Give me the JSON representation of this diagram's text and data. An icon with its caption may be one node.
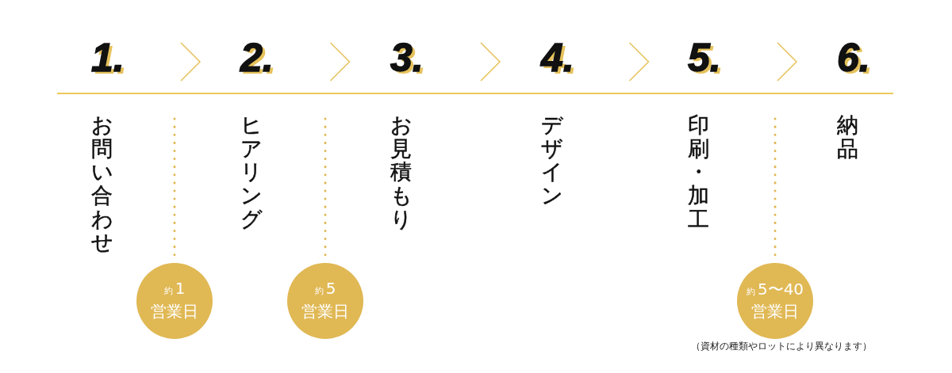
{
  "diagram": {
    "nodes": [
      {
        "text": [
          "1.",
          "お問い合わせ"
        ]
      },
      {
        "text": [
          "2.",
          "ヒアリング"
        ]
      },
      {
        "text": [
          "3.",
          "お見積もり"
        ]
      },
      {
        "text": [
          "4.",
          "デザイン"
        ]
      },
      {
        "text": [
          "5.",
          "印刷・加工"
        ]
      },
      {
        "text": [
          "6.",
          "納品"
        ]
      },
      {
        "text": [
          "約",
          "1",
          "営業日"
        ]
      },
      {
        "text": [
          "約",
          "5",
          "営業日"
        ]
      },
      {
        "text": [
          "約",
          "5〜40",
          "営業日"
        ],
        "beside": [
          "（資材の種類やロットにより異なります）"
        ]
      }
    ],
    "edges": [
      {
        "from": 0,
        "to": 1,
        "arrow": "to"
      },
      {
        "from": 1,
        "to": 2,
        "arrow": "to"
      },
      {
        "from": 2,
        "to": 3,
        "arrow": "to"
      },
      {
        "from": 3,
        "to": 4,
        "arrow": "to"
      },
      {
        "from": 4,
        "to": 5,
        "arrow": "to"
      }
    ]
  }
}
